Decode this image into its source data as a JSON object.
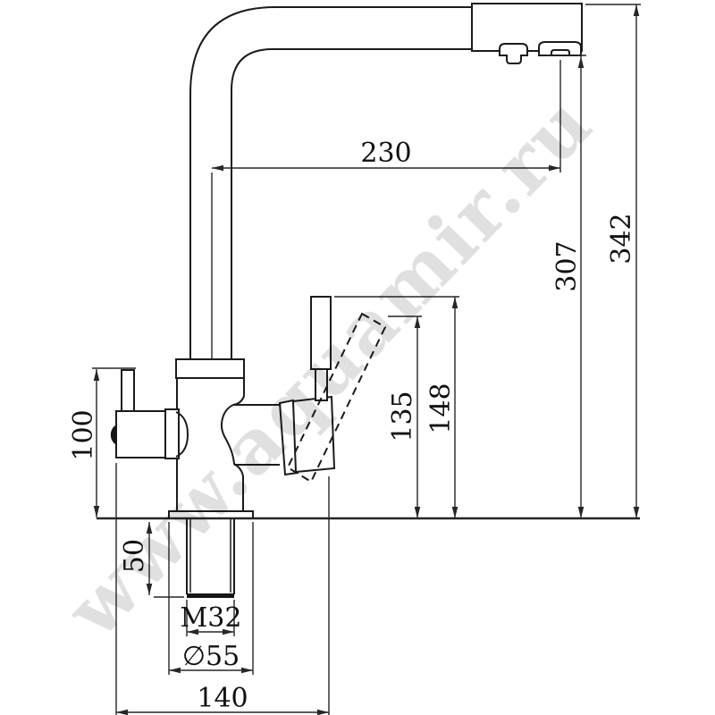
{
  "drawing": {
    "kind": "faucet-dimension-drawing",
    "background": "#ffffff",
    "line_color": "#1b1b1b",
    "watermark": {
      "text": "www.aquamir.ru",
      "color": "#e0e0e0"
    },
    "dimensions": {
      "spout_reach": "230",
      "overall_height": "342",
      "spout_outlet_height": "307",
      "lever_top_height": "148",
      "lever_alt_height": "135",
      "side_handle_height": "100",
      "shank_length": "50",
      "thread_size": "M32",
      "base_diameter": "∅55",
      "overall_width": "140"
    }
  }
}
